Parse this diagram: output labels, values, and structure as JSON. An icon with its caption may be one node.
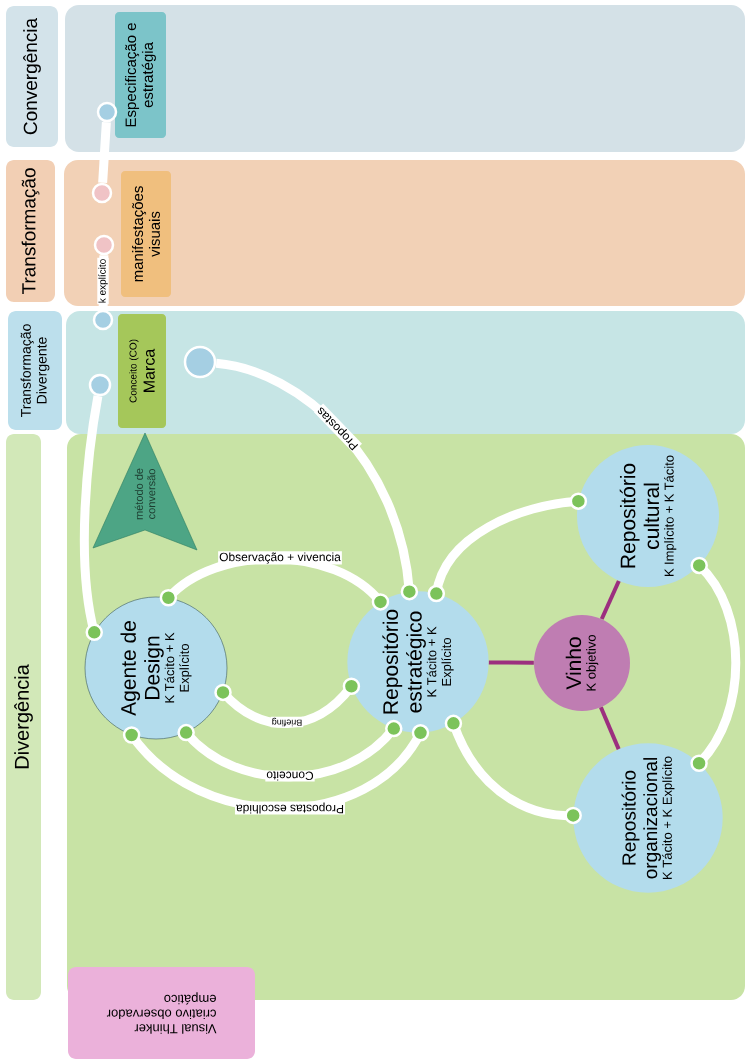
{
  "diagram": {
    "nodes": [
      {
        "text": [
          "Convergência"
        ]
      },
      {
        "text": [],
        "shape": "box"
      },
      {
        "text": [
          "Especificação e estratégia"
        ],
        "in": 1
      },
      {
        "text": [],
        "shape": "circle",
        "in": 1
      },
      {
        "text": [
          "Transformação"
        ]
      },
      {
        "text": [],
        "shape": "box"
      },
      {
        "text": [
          "manifestações visuais"
        ],
        "in": 5
      },
      {
        "text": [],
        "shape": "circle",
        "in": 5
      },
      {
        "text": [],
        "shape": "circle",
        "in": 5
      },
      {
        "text": [
          "Transformação Divergente"
        ]
      },
      {
        "text": [],
        "shape": "box"
      },
      {
        "text": [
          "Conceito (CO)",
          "Marca"
        ],
        "in": 10
      },
      {
        "text": [],
        "shape": "circle",
        "in": 10
      },
      {
        "text": [],
        "shape": "circle",
        "in": 10
      },
      {
        "text": [],
        "shape": "circle",
        "in": 10
      },
      {
        "text": [
          "Divergência"
        ]
      },
      {
        "text": [],
        "shape": "box"
      },
      {
        "text": [
          "método de conversão"
        ],
        "in": 16
      },
      {
        "text": [
          "Agente de Design",
          "K Tácito + K Explícito"
        ],
        "in": 16
      },
      {
        "text": [
          "Repositório estratégico",
          "K Tácito + K Explícito"
        ],
        "in": 16
      },
      {
        "text": [
          "Vinho",
          "K objetivo"
        ],
        "in": 16
      },
      {
        "text": [
          "Repositório cultural",
          "K Implícito + K Tácito"
        ],
        "in": 16
      },
      {
        "text": [
          "Repositório organizacional",
          "K Tácito + K Explícito"
        ],
        "in": 16
      },
      {
        "text": [
          "Visual Thinker criativo observador empático"
        ]
      }
    ],
    "edges": [
      {
        "from": 18,
        "to": 19,
        "arrow": "other",
        "label": "Observação + vivencia"
      },
      {
        "from": 18,
        "to": 19,
        "arrow": "other",
        "label": "Briefing"
      },
      {
        "from": 18,
        "to": 19,
        "arrow": "other",
        "label": "Conceito"
      },
      {
        "from": 18,
        "to": 19,
        "arrow": "other",
        "label": "Propostas escolhida"
      },
      {
        "from": 19,
        "to": 21,
        "arrow": "other"
      },
      {
        "from": 19,
        "to": 22,
        "arrow": "other"
      },
      {
        "from": 21,
        "to": 22,
        "arrow": "other"
      },
      {
        "from": 19,
        "to": 14,
        "arrow": "other",
        "label": "Propostas"
      },
      {
        "from": 18,
        "to": 13,
        "arrow": "other"
      },
      {
        "from": 12,
        "to": 8,
        "arrow": "none",
        "label": "k explícito"
      },
      {
        "from": 7,
        "to": 3,
        "arrow": "none"
      },
      {
        "from": 20,
        "to": 19,
        "arrow": "none",
        "color": "#9c2f7f"
      },
      {
        "from": 20,
        "to": 21,
        "arrow": "none",
        "color": "#9c2f7f"
      },
      {
        "from": 20,
        "to": 22,
        "arrow": "none",
        "color": "#9c2f7f"
      }
    ]
  }
}
